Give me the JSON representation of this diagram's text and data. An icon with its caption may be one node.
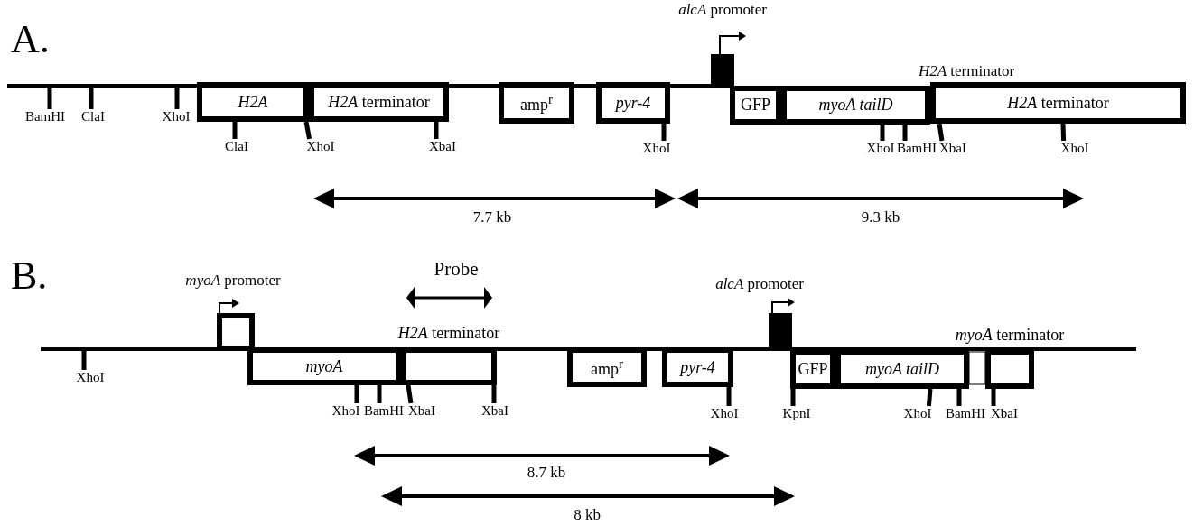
{
  "diagram": {
    "nodes": [
      {
        "text": [
          "H2A"
        ]
      },
      {
        "text": [
          "*H2A* terminator"
        ]
      },
      {
        "text": [
          "amp$^{r}$"
        ]
      },
      {
        "text": [
          "pyr-4"
        ]
      },
      {
        "text": [
          "GFP"
        ]
      },
      {
        "text": [
          "myoA tailD"
        ]
      },
      {
        "text": [
          "*H2A* terminator"
        ]
      },
      {
        "text": [],
        "shape": "box"
      },
      {
        "text": [
          "myoA"
        ]
      },
      {
        "text": [
          "*H2A* terminator"
        ]
      },
      {
        "text": [
          "amp$^{r}$"
        ]
      },
      {
        "text": [
          "pyr-4"
        ]
      },
      {
        "text": [
          "GFP"
        ]
      },
      {
        "text": [
          "myoA tailD"
        ]
      },
      {
        "text": [
          "*myoA* terminator"
        ]
      },
      {
        "text": [
          "BamHI"
        ]
      },
      {
        "text": [
          "ClaI"
        ]
      },
      {
        "text": [
          "XhoI"
        ]
      },
      {
        "text": [
          "ClaI"
        ]
      },
      {
        "text": [
          "XhoI"
        ]
      },
      {
        "text": [
          "XbaI"
        ]
      },
      {
        "text": [
          "XhoI"
        ]
      },
      {
        "text": [
          "XhoI"
        ]
      },
      {
        "text": [
          "BamHI"
        ]
      },
      {
        "text": [
          "XbaI"
        ]
      },
      {
        "text": [
          "XhoI"
        ]
      },
      {
        "text": [
          "XhoI"
        ]
      },
      {
        "text": [
          "XhoI"
        ]
      },
      {
        "text": [
          "BamHI"
        ]
      },
      {
        "text": [
          "XbaI"
        ]
      },
      {
        "text": [
          "XbaI"
        ]
      },
      {
        "text": [
          "XhoI"
        ]
      },
      {
        "text": [
          "KpnI"
        ]
      },
      {
        "text": [
          "XhoI"
        ]
      },
      {
        "text": [
          "BamHI"
        ]
      },
      {
        "text": [
          "XbaI"
        ]
      }
    ],
    "edges": [
      {
        "from": 15,
        "to": null,
        "arrow": "none"
      },
      {
        "from": 16,
        "to": null,
        "arrow": "none"
      },
      {
        "from": 17,
        "to": null,
        "arrow": "none"
      },
      {
        "from": 18,
        "to": 0,
        "arrow": "none"
      },
      {
        "from": 19,
        "to": 0,
        "arrow": "none"
      },
      {
        "from": 20,
        "to": 1,
        "arrow": "none"
      },
      {
        "from": 21,
        "to": 3,
        "arrow": "none"
      },
      {
        "from": 22,
        "to": 5,
        "arrow": "none"
      },
      {
        "from": 23,
        "to": 5,
        "arrow": "none"
      },
      {
        "from": 24,
        "to": 6,
        "arrow": "none"
      },
      {
        "from": 25,
        "to": 6,
        "arrow": "none"
      },
      {
        "from": 26,
        "to": null,
        "arrow": "none"
      },
      {
        "from": 27,
        "to": 8,
        "arrow": "none"
      },
      {
        "from": 28,
        "to": 8,
        "arrow": "none"
      },
      {
        "from": 29,
        "to": 9,
        "arrow": "none"
      },
      {
        "from": 30,
        "to": 9,
        "arrow": "none"
      },
      {
        "from": 31,
        "to": 11,
        "arrow": "none"
      },
      {
        "from": 32,
        "to": 12,
        "arrow": "none"
      },
      {
        "from": 33,
        "to": 13,
        "arrow": "none"
      },
      {
        "from": 34,
        "to": 13,
        "arrow": "none"
      },
      {
        "from": 35,
        "to": 14,
        "arrow": "none"
      }
    ],
    "labels": [
      "A.",
      "*alcA* promoter",
      "*H2A* terminator",
      "7.7 kb",
      "9.3 kb",
      "B.",
      "Probe",
      "*myoA* promoter",
      "*alcA* promoter",
      "8.7 kb",
      "8 kb"
    ]
  }
}
